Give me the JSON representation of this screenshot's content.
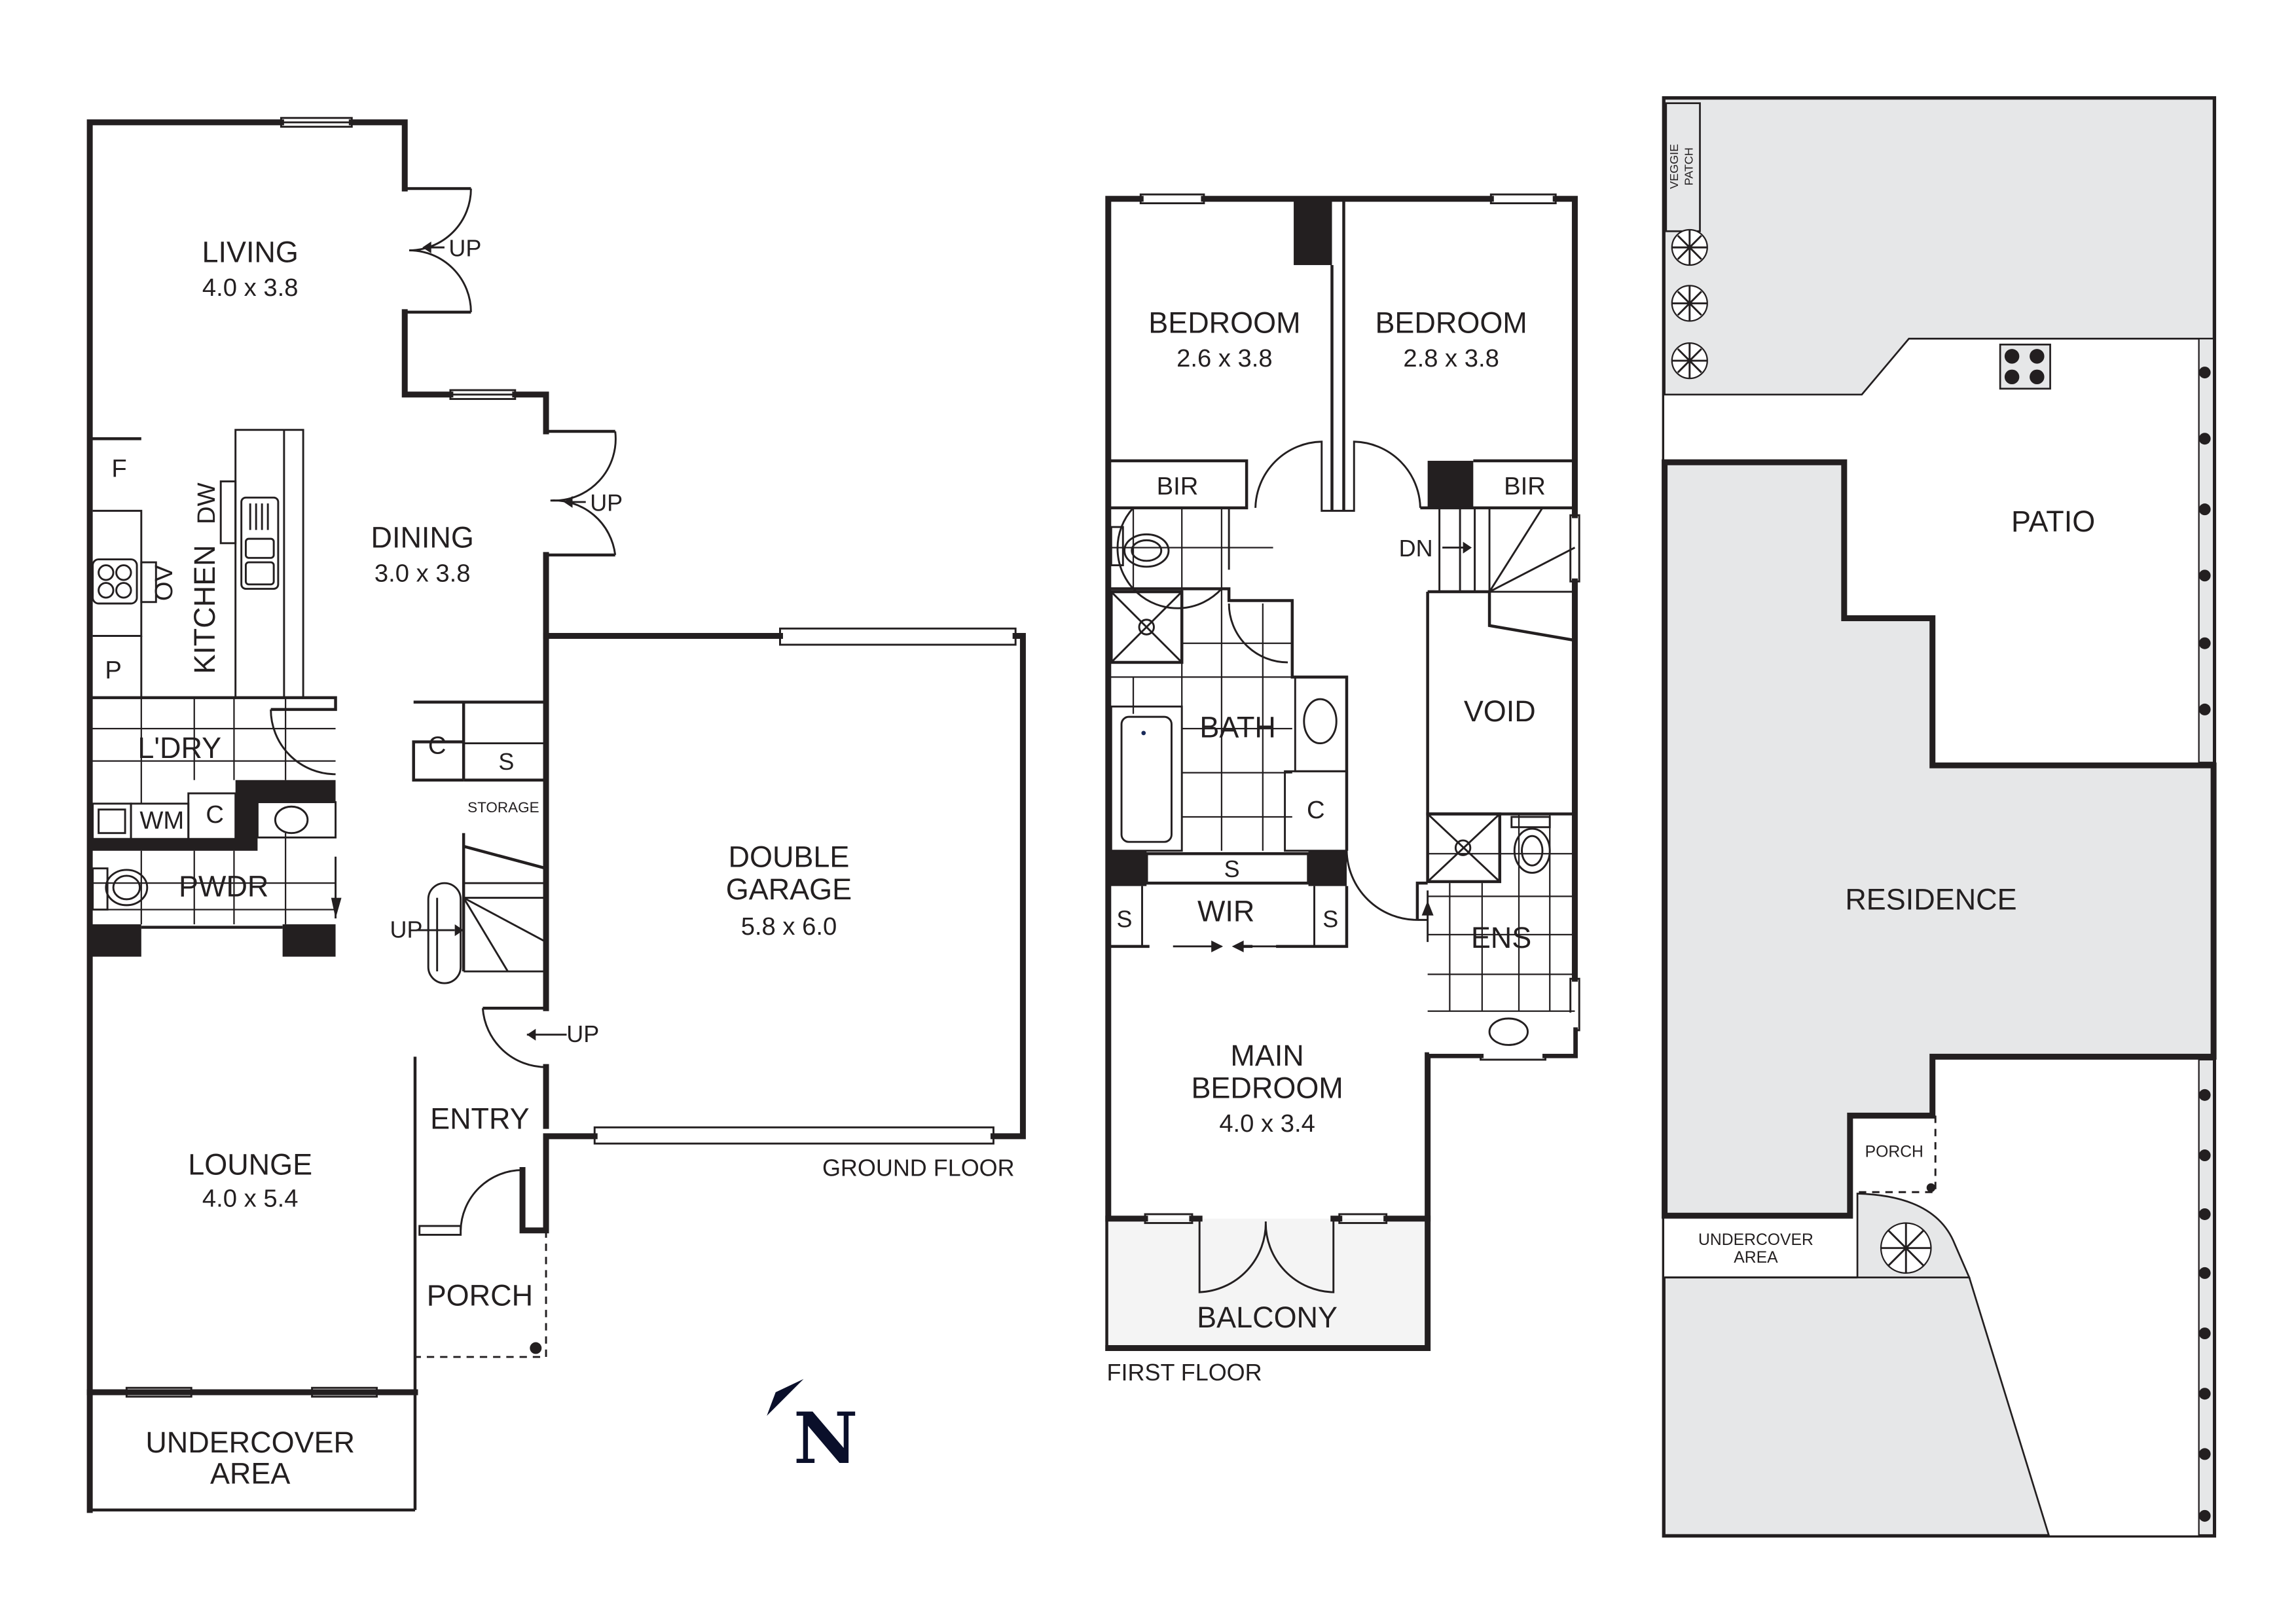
{
  "ground_floor": {
    "label": "GROUND FLOOR",
    "rooms": {
      "living": {
        "name": "LIVING",
        "dims": "4.0 x 3.8"
      },
      "dining": {
        "name": "DINING",
        "dims": "3.0 x 3.8"
      },
      "kitchen": {
        "name": "KITCHEN"
      },
      "laundry": {
        "name": "L'DRY"
      },
      "powder": {
        "name": "PWDR"
      },
      "lounge": {
        "name": "LOUNGE",
        "dims": "4.0 x 5.4"
      },
      "entry": {
        "name": "ENTRY"
      },
      "porch": {
        "name": "PORCH"
      },
      "undercover": {
        "name_line1": "UNDERCOVER",
        "name_line2": "AREA"
      },
      "garage": {
        "name_line1": "DOUBLE",
        "name_line2": "GARAGE",
        "dims": "5.8 x 6.0"
      },
      "storage": {
        "name": "STORAGE"
      }
    },
    "fixtures": {
      "fridge": "F",
      "dishwasher": "DW",
      "oven": "OV",
      "pantry": "P",
      "washing_machine": "WM",
      "cupboard": "C",
      "shelf": "S"
    },
    "stair_labels": {
      "up_living": "UP",
      "up_dining": "UP",
      "up_stairs": "UP",
      "up_entry": "UP"
    }
  },
  "first_floor": {
    "label": "FIRST FLOOR",
    "rooms": {
      "bedroom2": {
        "name": "BEDROOM",
        "dims": "2.6 x 3.8"
      },
      "bedroom3": {
        "name": "BEDROOM",
        "dims": "2.8 x 3.8"
      },
      "bir_left": {
        "name": "BIR"
      },
      "bir_right": {
        "name": "BIR"
      },
      "bath": {
        "name": "BATH"
      },
      "void": {
        "name": "VOID"
      },
      "wir": {
        "name": "WIR"
      },
      "ensuite": {
        "name": "ENS"
      },
      "main_bedroom": {
        "name_line1": "MAIN",
        "name_line2": "BEDROOM",
        "dims": "4.0 x 3.4"
      },
      "balcony": {
        "name": "BALCONY"
      }
    },
    "fixtures": {
      "cupboard": "C",
      "shelf_top": "S",
      "shelf_left": "S",
      "shelf_right": "S"
    },
    "stair_labels": {
      "down": "DN"
    }
  },
  "site_plan": {
    "areas": {
      "patio": "PATIO",
      "residence": "RESIDENCE",
      "porch": "PORCH",
      "undercover_line1": "UNDERCOVER",
      "undercover_line2": "AREA",
      "veggie_line1": "VEGGIE",
      "veggie_line2": "PATCH"
    }
  },
  "compass": {
    "letter": "N"
  },
  "colors": {
    "ink": "#231f20",
    "landscape_grey": "#e6e7e8",
    "balcony_grey": "#f4f4f4",
    "compass": "#0a0f2a"
  }
}
